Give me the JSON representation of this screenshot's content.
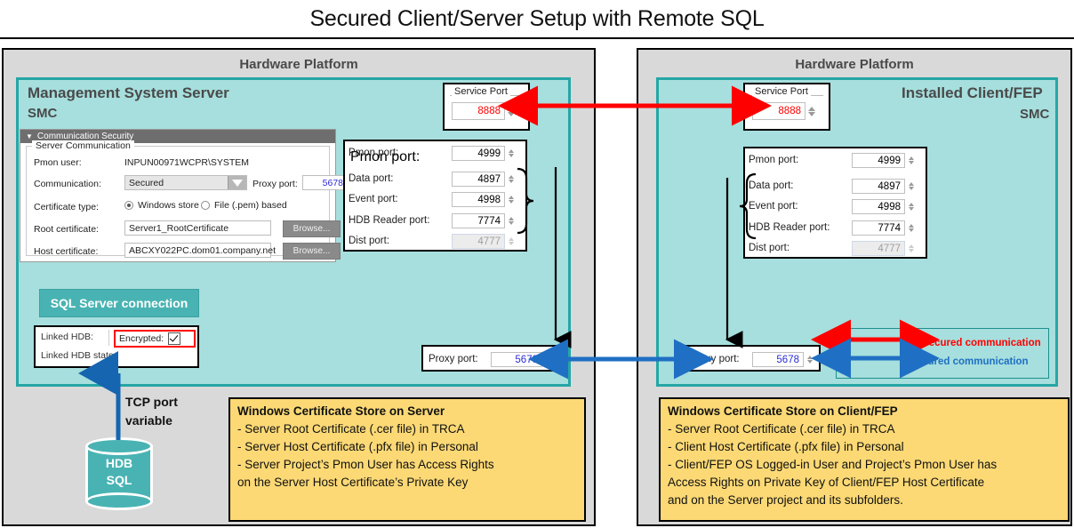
{
  "title": "Secured Client/Server Setup with Remote SQL",
  "left_platform": {
    "label": "Hardware Platform",
    "panel_title": "Management System Server",
    "panel_subtitle": "SMC",
    "service_port": {
      "legend": "Service Port",
      "value": "8888"
    },
    "comm_security": {
      "header": "Communication Security",
      "collapse_icon": "triangle-down-icon",
      "group_legend": "Server Communication",
      "pmon_user_label": "Pmon user:",
      "pmon_user_value": "INPUN00971WCPR\\SYSTEM",
      "communication_label": "Communication:",
      "communication_value": "Secured",
      "proxy_port_label": "Proxy port:",
      "proxy_port_value": "5678",
      "cert_type_label": "Certificate type:",
      "cert_type_option1": "Windows store",
      "cert_type_option2": "File (.pem) based",
      "root_cert_label": "Root certificate:",
      "root_cert_value": "Server1_RootCertificate",
      "host_cert_label": "Host certificate:",
      "host_cert_value": "ABCXY022PC.dom01.company.net",
      "browse_label": "Browse..."
    },
    "ports": [
      {
        "label": "Pmon port:",
        "value": "4999",
        "disabled": false
      },
      {
        "label": "Data port:",
        "value": "4897",
        "disabled": false
      },
      {
        "label": "Event port:",
        "value": "4998",
        "disabled": false
      },
      {
        "label": "HDB Reader port:",
        "value": "7774",
        "disabled": false
      },
      {
        "label": "Dist port:",
        "value": "4777",
        "disabled": true
      }
    ],
    "proxy_port": {
      "label": "Proxy port:",
      "value": "5678"
    },
    "sql_button": "SQL Server connection",
    "sql_panel": {
      "linked_hdb_label": "Linked HDB:",
      "linked_hdb_state_label": "Linked HDB state:",
      "encrypted_label": "Encrypted:",
      "encrypted_checked": true
    },
    "tcp_note_line1": "TCP port",
    "tcp_note_line2": "variable",
    "database": {
      "line1": "HDB",
      "line2": "SQL"
    },
    "note": {
      "heading": "Windows Certificate Store on Server",
      "lines": [
        "- Server  Root Certificate (.cer file) in TRCA",
        "- Server  Host Certificate (.pfx file) in Personal",
        "- Server  Project’s Pmon  User has Access Rights",
        "  on the Server Host Certificate’s Private Key"
      ]
    }
  },
  "right_platform": {
    "label": "Hardware Platform",
    "panel_title": "Installed Client/FEP",
    "panel_subtitle": "SMC",
    "service_port": {
      "legend": "Service Port",
      "value": "8888"
    },
    "ports": [
      {
        "label": "Pmon port:",
        "value": "4999",
        "disabled": false
      },
      {
        "label": "Data port:",
        "value": "4897",
        "disabled": false
      },
      {
        "label": "Event port:",
        "value": "4998",
        "disabled": false
      },
      {
        "label": "HDB Reader port:",
        "value": "7774",
        "disabled": false
      },
      {
        "label": "Dist port:",
        "value": "4777",
        "disabled": true
      }
    ],
    "proxy_port": {
      "label": "Proxy port:",
      "value": "5678"
    },
    "legend": {
      "unsecured": "Unsecured communication",
      "secured": "Secured communication"
    },
    "note": {
      "heading": "Windows Certificate Store on Client/FEP",
      "lines": [
        "- Server  Root Certificate (.cer file) in TRCA",
        "- Client Host Certificate (.pfx file) in Personal",
        "- Client/FEP OS Logged-in User and Project’s Pmon  User has",
        "  Access Rights on Private Key of Client/FEP Host Certificate",
        "  and on the Server project and its subfolders."
      ]
    }
  },
  "colors": {
    "unsecured": "#ff0000",
    "secured": "#1f6fc4",
    "teal_panel": "#a6dfdd",
    "teal_border": "#26a6a6",
    "platform_gray": "#d9d9d9",
    "note_yellow": "#fcd975",
    "service_port_value": "#ff0000",
    "proxy_port_value": "#2b2bd6"
  }
}
